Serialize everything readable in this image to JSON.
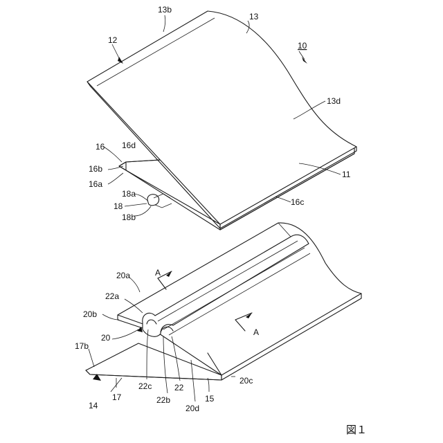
{
  "figure": {
    "caption": "図１",
    "labels": {
      "l13b": "13b",
      "l13": "13",
      "l12": "12",
      "l10": "10",
      "l13d": "13d",
      "l16": "16",
      "l16d": "16d",
      "l16b": "16b",
      "l16a": "16a",
      "l11": "11",
      "l18a": "18a",
      "l18": "18",
      "l18b": "18b",
      "l16c": "16c",
      "lA1": "A",
      "l20a": "20a",
      "l22a": "22a",
      "l20b": "20b",
      "l20": "20",
      "lA2": "A",
      "l17b": "17b",
      "l22c": "22c",
      "l22b": "22b",
      "l22": "22",
      "l20c": "20c",
      "l14": "14",
      "l17": "17",
      "l20d": "20d",
      "l15": "15"
    }
  }
}
